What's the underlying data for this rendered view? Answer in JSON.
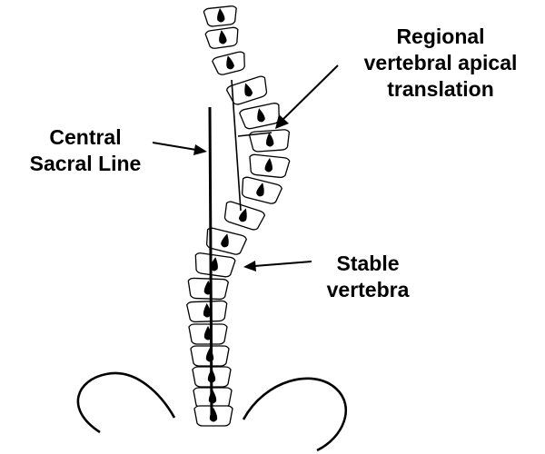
{
  "labels": {
    "regional": [
      "Regional",
      "vertebral apical",
      "translation"
    ],
    "csl": [
      "Central",
      "Sacral Line"
    ],
    "stable": [
      "Stable",
      "vertebra"
    ]
  },
  "spine": {
    "vertebrae_count": 18
  }
}
